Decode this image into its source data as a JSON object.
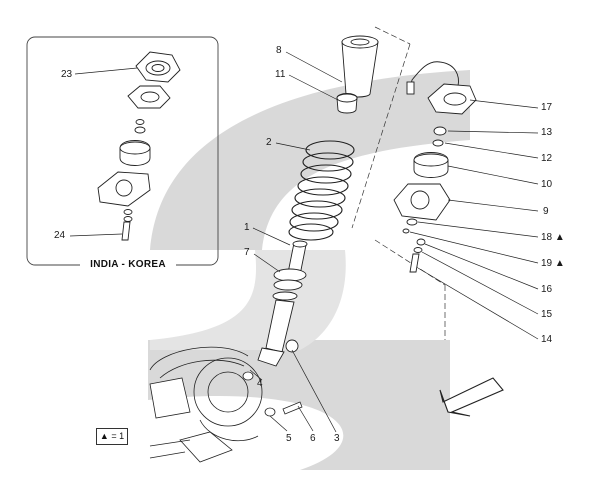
{
  "diagram": {
    "inset_caption": "INDIA - KOREA",
    "legend": "▲ = 1",
    "callouts": [
      {
        "id": "c23",
        "text": "23"
      },
      {
        "id": "c24",
        "text": "24"
      },
      {
        "id": "c8",
        "text": "8"
      },
      {
        "id": "c11",
        "text": "11"
      },
      {
        "id": "c2",
        "text": "2"
      },
      {
        "id": "c1",
        "text": "1"
      },
      {
        "id": "c7",
        "text": "7"
      },
      {
        "id": "c17",
        "text": "17"
      },
      {
        "id": "c13",
        "text": "13"
      },
      {
        "id": "c12",
        "text": "12"
      },
      {
        "id": "c10",
        "text": "10"
      },
      {
        "id": "c9",
        "text": "9"
      },
      {
        "id": "c18",
        "text": "18 ▲"
      },
      {
        "id": "c19",
        "text": "19 ▲"
      },
      {
        "id": "c16",
        "text": "16"
      },
      {
        "id": "c15",
        "text": "15"
      },
      {
        "id": "c14",
        "text": "14"
      },
      {
        "id": "c4",
        "text": "4"
      },
      {
        "id": "c5",
        "text": "5"
      },
      {
        "id": "c6",
        "text": "6"
      },
      {
        "id": "c3",
        "text": "3"
      }
    ]
  }
}
